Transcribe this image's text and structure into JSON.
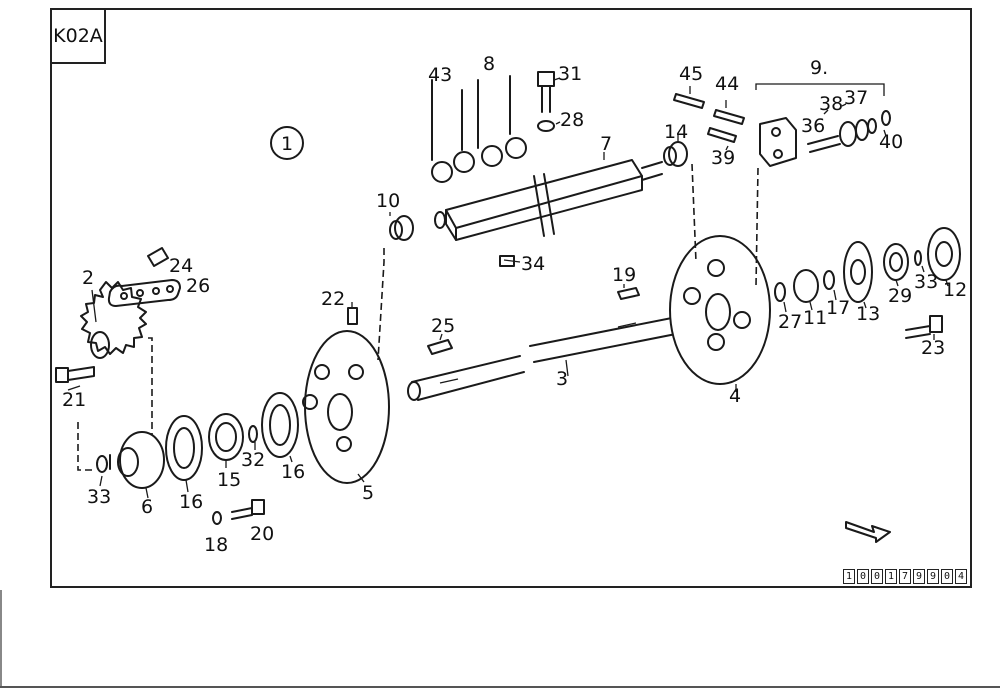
{
  "sheet": {
    "code": "K02A",
    "assembly_number": "1",
    "document_number_digits": [
      "1",
      "0",
      "0",
      "1",
      "7",
      "9",
      "9",
      "0",
      "4"
    ]
  },
  "part_labels": {
    "p2": "2",
    "p3": "3",
    "p4": "4",
    "p5": "5",
    "p6": "6",
    "p7": "7",
    "p8": "8",
    "p9": "9.",
    "p10": "10",
    "p11": "11",
    "p12": "12",
    "p13": "13",
    "p14": "14",
    "p15": "15",
    "p16a": "16",
    "p16b": "16",
    "p17": "17",
    "p18": "18",
    "p19": "19",
    "p20": "20",
    "p21": "21",
    "p22": "22",
    "p23": "23",
    "p24": "24",
    "p25": "25",
    "p26": "26",
    "p27": "27",
    "p28": "28",
    "p29": "29",
    "p31": "31",
    "p32": "32",
    "p33a": "33",
    "p33b": "33",
    "p34": "34",
    "p36": "36",
    "p37": "37",
    "p38": "38",
    "p39": "39",
    "p40": "40",
    "p43": "43",
    "p44": "44",
    "p45": "45"
  },
  "icons": [
    "direction-arrow-icon"
  ]
}
